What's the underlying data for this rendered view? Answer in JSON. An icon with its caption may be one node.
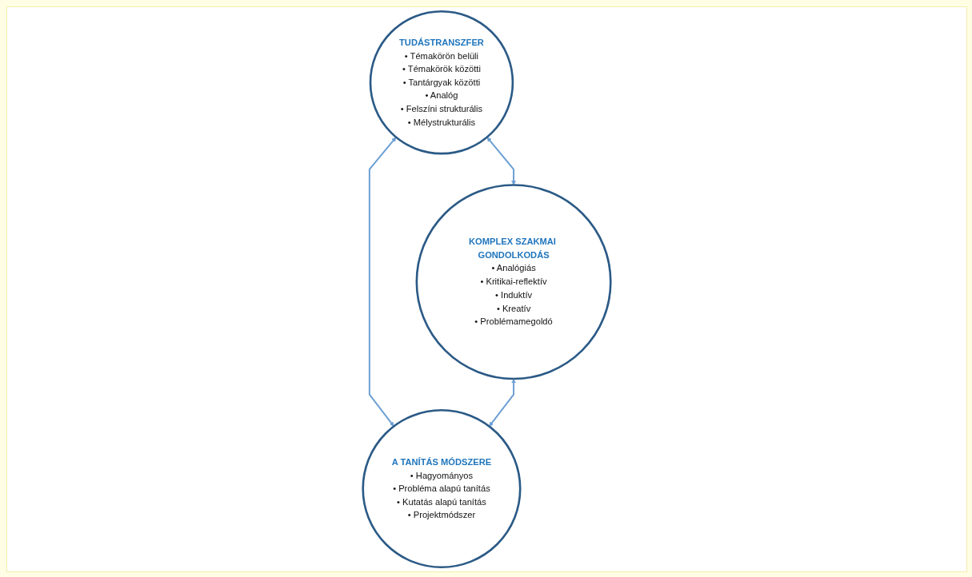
{
  "diagram": {
    "nodes": [
      {
        "text": [
          "TUDÁSTRANSZFER",
          "• Témakörön belüli",
          "• Témakörök közötti",
          "• Tantárgyak közötti",
          "• Analóg",
          "• Felszíni strukturális",
          "• Mélystrukturális"
        ]
      },
      {
        "text": [
          "KOMPLEX SZAKMAI GONDOLKODÁS",
          "• Analógiás",
          "• Kritikai-reflektív",
          "• Induktív",
          "• Kreatív",
          "• Problémamegoldó"
        ]
      },
      {
        "text": [
          "A TANÍTÁS MÓDSZERE",
          "• Hagyományos",
          "• Probléma alapú tanítás",
          "• Kutatás alapú tanítás",
          "• Projektmódszer"
        ]
      }
    ],
    "edges": [
      {
        "from": 0,
        "to": 1,
        "arrow": "both"
      },
      {
        "from": 0,
        "to": 2,
        "arrow": "both"
      },
      {
        "from": 1,
        "to": 2,
        "arrow": "both"
      }
    ]
  }
}
